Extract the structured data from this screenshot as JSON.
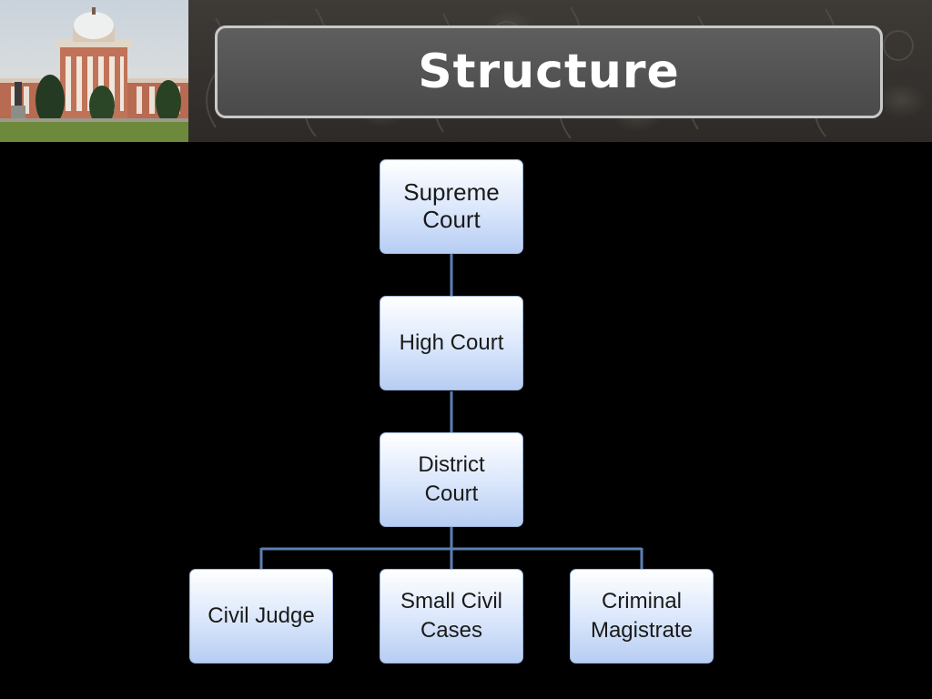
{
  "slide": {
    "title": "Structure"
  },
  "hierarchy": {
    "top": {
      "lines": [
        "Supreme",
        "Court"
      ]
    },
    "middle": {
      "lines": [
        "High Court"
      ]
    },
    "district": {
      "lines": [
        "District",
        "Court"
      ]
    },
    "branches": [
      {
        "lines": [
          "Civil Judge"
        ]
      },
      {
        "lines": [
          "Small Civil",
          "Cases"
        ]
      },
      {
        "lines": [
          "Criminal",
          "Magistrate"
        ]
      }
    ]
  },
  "colors": {
    "node_fill_top": "#ffffff",
    "node_fill_bottom": "#b7cdf3",
    "connector": "#5b7fb3",
    "background": "#000000",
    "title_text": "#ffffff"
  },
  "icons": {
    "banner_photo": "supreme-court-building-photo"
  }
}
